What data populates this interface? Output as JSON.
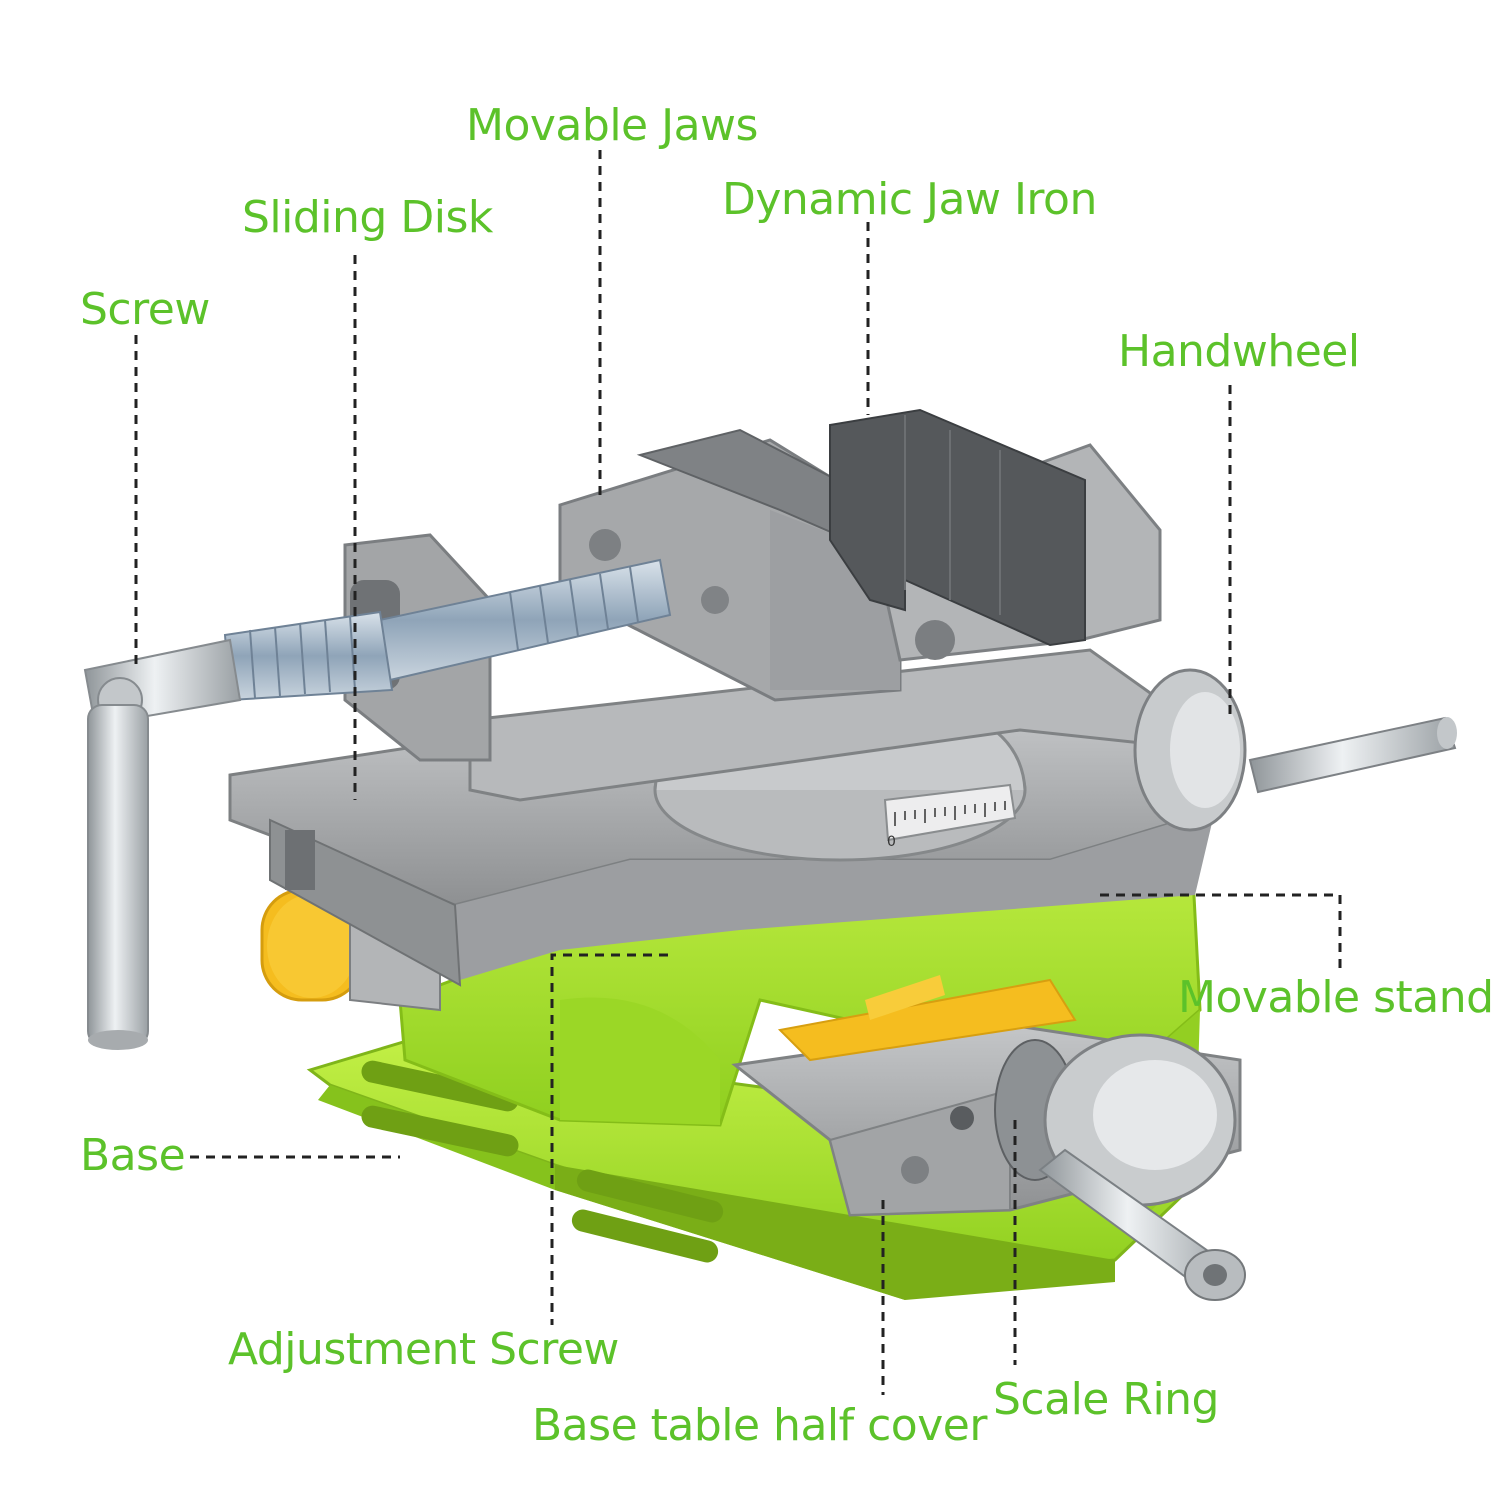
{
  "colors": {
    "label_green": "#5cc22a",
    "machine_green": "#a8e02c",
    "steel_gray": "#a9abad",
    "knob_yellow": "#f5bd1f",
    "leader_line": "#222222"
  },
  "labels": {
    "movable_jaws": "Movable Jaws",
    "dynamic_jaw_iron": "Dynamic Jaw Iron",
    "sliding_disk": "Sliding Disk",
    "screw": "Screw",
    "handwheel": "Handwheel",
    "movable_stand": "Movable stand",
    "base": "Base",
    "adjustment_screw": "Adjustment Screw",
    "base_table_half_cover": "Base table half cover",
    "scale_ring": "Scale Ring"
  },
  "illustration": {
    "subject": "cross slide vise",
    "scale_tick_label": "0"
  }
}
